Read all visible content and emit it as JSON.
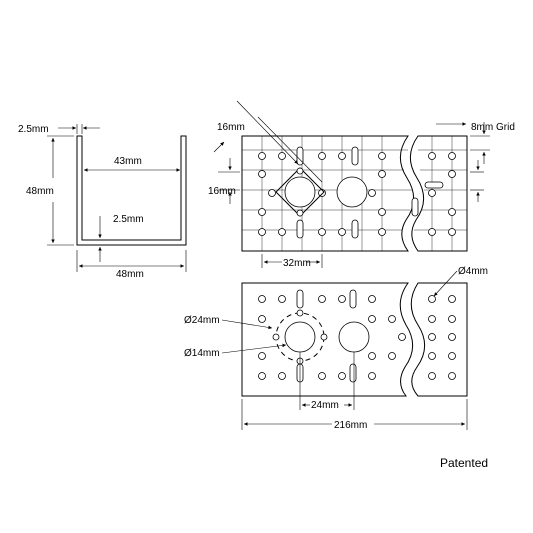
{
  "channel_profile": {
    "dims": {
      "wall_thickness_top": "2.5mm",
      "inner_width": "43mm",
      "height": "48mm",
      "base_thickness": "2.5mm",
      "outer_width": "48mm"
    }
  },
  "top_view": {
    "dims": {
      "square_diag": "16mm",
      "grid": "8mm Grid",
      "pitch": "16mm",
      "spacing": "32mm"
    }
  },
  "side_view": {
    "dims": {
      "hole_diameter_small": "Ø4mm",
      "bolt_circle": "Ø24mm",
      "bore": "Ø14mm",
      "center_spacing": "24mm",
      "length": "216mm"
    }
  },
  "footer": {
    "note": "Patented"
  }
}
